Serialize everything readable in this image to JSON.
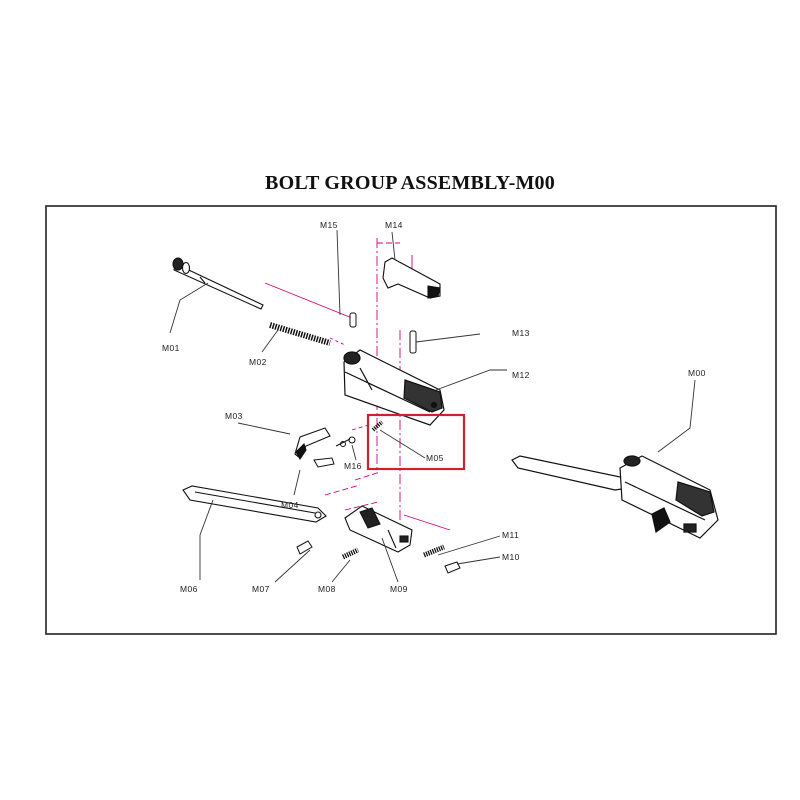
{
  "title": "BOLT GROUP ASSEMBLY-M00",
  "colors": {
    "frame": "#222222",
    "parts": "#111111",
    "guide_lines": "#d4007a",
    "highlight_box": "#d0202a"
  },
  "highlighted_part": "M05",
  "parts": [
    {
      "id": "m00",
      "label": "M00"
    },
    {
      "id": "m01",
      "label": "M01"
    },
    {
      "id": "m02",
      "label": "M02"
    },
    {
      "id": "m03",
      "label": "M03"
    },
    {
      "id": "m04",
      "label": "M04"
    },
    {
      "id": "m05",
      "label": "M05"
    },
    {
      "id": "m06",
      "label": "M06"
    },
    {
      "id": "m07",
      "label": "M07"
    },
    {
      "id": "m08",
      "label": "M08"
    },
    {
      "id": "m09",
      "label": "M09"
    },
    {
      "id": "m10",
      "label": "M10"
    },
    {
      "id": "m11",
      "label": "M11"
    },
    {
      "id": "m12",
      "label": "M12"
    },
    {
      "id": "m13",
      "label": "M13"
    },
    {
      "id": "m14",
      "label": "M14"
    },
    {
      "id": "m15",
      "label": "M15"
    },
    {
      "id": "m16",
      "label": "M16"
    }
  ]
}
